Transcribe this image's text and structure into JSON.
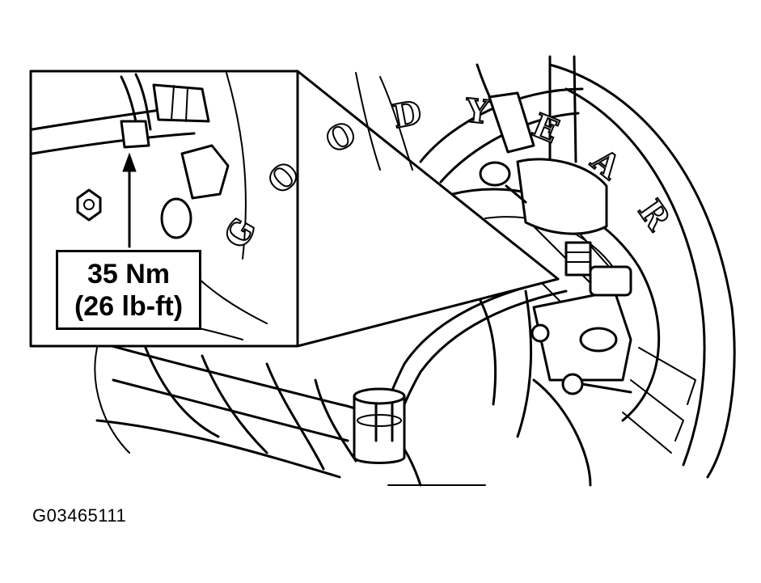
{
  "callout": {
    "torque_metric": "35 Nm",
    "torque_imperial": "(26 lb-ft)"
  },
  "tire": {
    "brand_lettering": "GOODYEAR"
  },
  "figure": {
    "id": "G03465111"
  },
  "colors": {
    "ink": "#000000",
    "background": "#ffffff"
  }
}
